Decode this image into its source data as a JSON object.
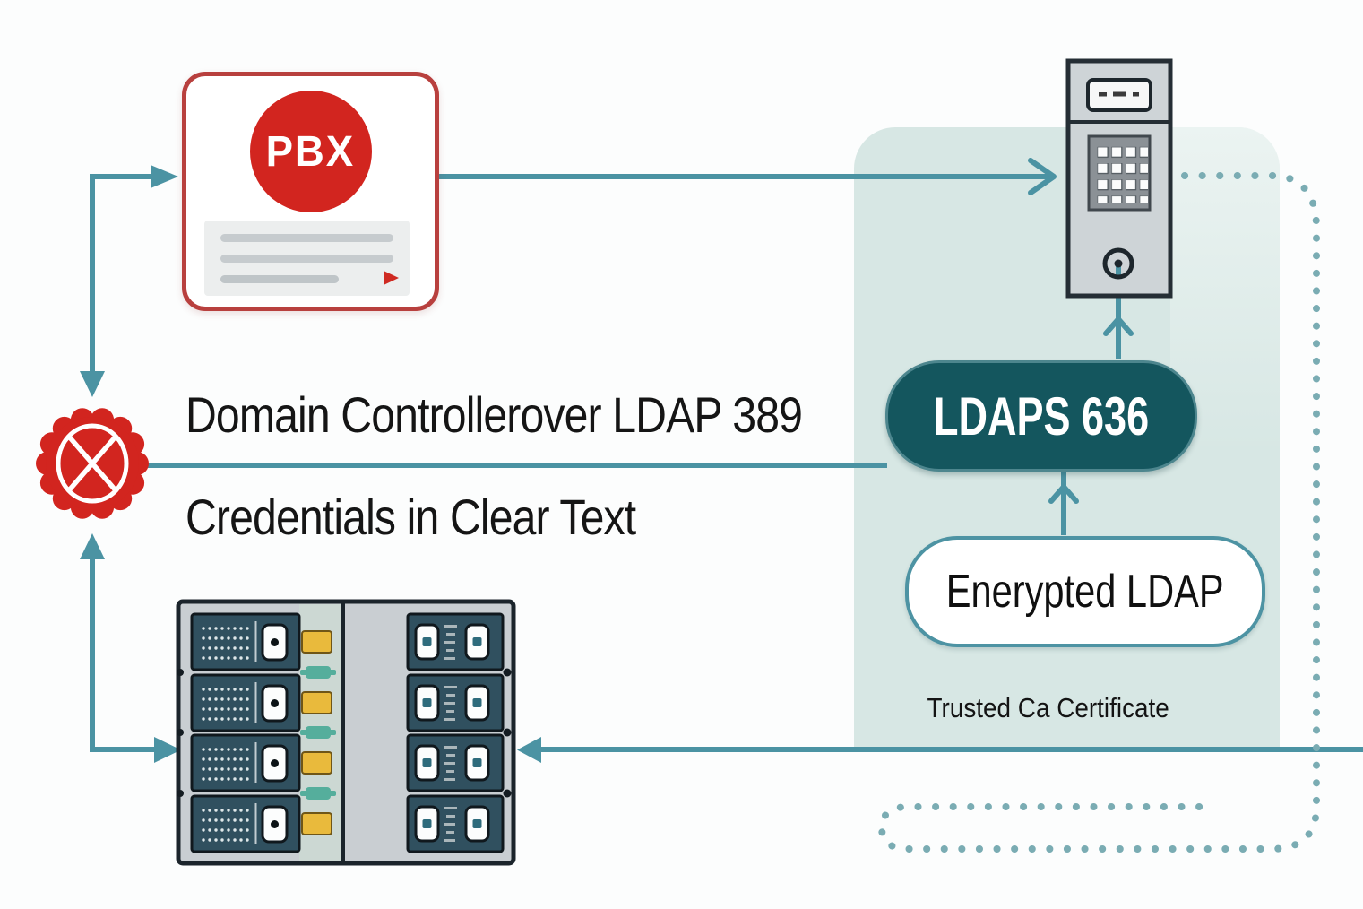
{
  "labels": {
    "pbx": "PBX",
    "caption_line1": "Domain Controllerover LDAP 389",
    "caption_line2": "Credentials in Clear Text",
    "ldaps_pill": "LDAPS 636",
    "encrypted_pill": "Enerypted LDAP",
    "trusted_ca": "Trusted Ca Certificate"
  },
  "icons": {
    "pbx_logo": "red-circle-badge",
    "document_lines": "gray-text-bars-with-play-triangle",
    "prohibited": "red-scalloped-seal-with-white-x",
    "server_rack": "rack-of-modules-with-yellow-buttons",
    "intercom": "door-station-speaker-keypad-button",
    "flow_lines": "teal-solid-arrows",
    "return_path": "teal-dotted-loop"
  },
  "colors": {
    "teal_line": "#4b93a3",
    "dotted_line": "#7aacb3",
    "panel_bg": "#d7e7e4",
    "pill_dark": "#14565e",
    "red": "#d2251f",
    "card_border": "#b8403e",
    "yellow": "#e9ba3c",
    "module_dark": "#30505f",
    "rack_gray": "#c9ced2",
    "device_gray": "#ced4d7",
    "ink": "#1b242b"
  }
}
